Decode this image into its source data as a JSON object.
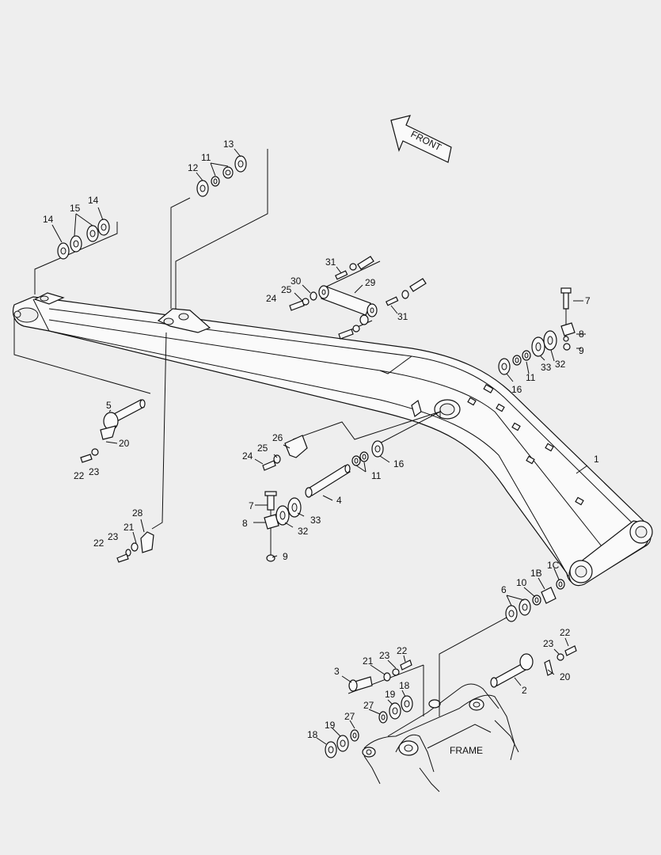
{
  "front_label": "FRONT",
  "frame_label": "FRAME",
  "callouts": [
    {
      "id": "c13",
      "text": "13"
    },
    {
      "id": "c12",
      "text": "12"
    },
    {
      "id": "c11a",
      "text": "11"
    },
    {
      "id": "c14a",
      "text": "14"
    },
    {
      "id": "c15",
      "text": "15"
    },
    {
      "id": "c14b",
      "text": "14"
    },
    {
      "id": "c31a",
      "text": "31"
    },
    {
      "id": "c30",
      "text": "30"
    },
    {
      "id": "c29",
      "text": "29"
    },
    {
      "id": "c25a",
      "text": "25"
    },
    {
      "id": "c24a",
      "text": "24"
    },
    {
      "id": "c31b",
      "text": "31"
    },
    {
      "id": "c7a",
      "text": "7"
    },
    {
      "id": "c8a",
      "text": "8"
    },
    {
      "id": "c9a",
      "text": "9"
    },
    {
      "id": "c33a",
      "text": "33"
    },
    {
      "id": "c32a",
      "text": "32"
    },
    {
      "id": "c11b",
      "text": "11"
    },
    {
      "id": "c16a",
      "text": "16"
    },
    {
      "id": "c5",
      "text": "5"
    },
    {
      "id": "c20a",
      "text": "20"
    },
    {
      "id": "c22a",
      "text": "22"
    },
    {
      "id": "c23a",
      "text": "23"
    },
    {
      "id": "c26",
      "text": "26"
    },
    {
      "id": "c25b",
      "text": "25"
    },
    {
      "id": "c24b",
      "text": "24"
    },
    {
      "id": "c11c",
      "text": "11"
    },
    {
      "id": "c16b",
      "text": "16"
    },
    {
      "id": "c1",
      "text": "1"
    },
    {
      "id": "c4",
      "text": "4"
    },
    {
      "id": "c7b",
      "text": "7"
    },
    {
      "id": "c8b",
      "text": "8"
    },
    {
      "id": "c32b",
      "text": "32"
    },
    {
      "id": "c33b",
      "text": "33"
    },
    {
      "id": "c9b",
      "text": "9"
    },
    {
      "id": "c28",
      "text": "28"
    },
    {
      "id": "c21a",
      "text": "21"
    },
    {
      "id": "c23b",
      "text": "23"
    },
    {
      "id": "c22b",
      "text": "22"
    },
    {
      "id": "c1C",
      "text": "1C"
    },
    {
      "id": "c1B",
      "text": "1B"
    },
    {
      "id": "c10",
      "text": "10"
    },
    {
      "id": "c6",
      "text": "6"
    },
    {
      "id": "c22c",
      "text": "22"
    },
    {
      "id": "c23c",
      "text": "23"
    },
    {
      "id": "c21b",
      "text": "21"
    },
    {
      "id": "c23d",
      "text": "23"
    },
    {
      "id": "c22d",
      "text": "22"
    },
    {
      "id": "c3",
      "text": "3"
    },
    {
      "id": "c2",
      "text": "2"
    },
    {
      "id": "c20b",
      "text": "20"
    },
    {
      "id": "c19a",
      "text": "19"
    },
    {
      "id": "c18a",
      "text": "18"
    },
    {
      "id": "c27a",
      "text": "27"
    },
    {
      "id": "c27b",
      "text": "27"
    },
    {
      "id": "c19b",
      "text": "19"
    },
    {
      "id": "c18b",
      "text": "18"
    }
  ]
}
